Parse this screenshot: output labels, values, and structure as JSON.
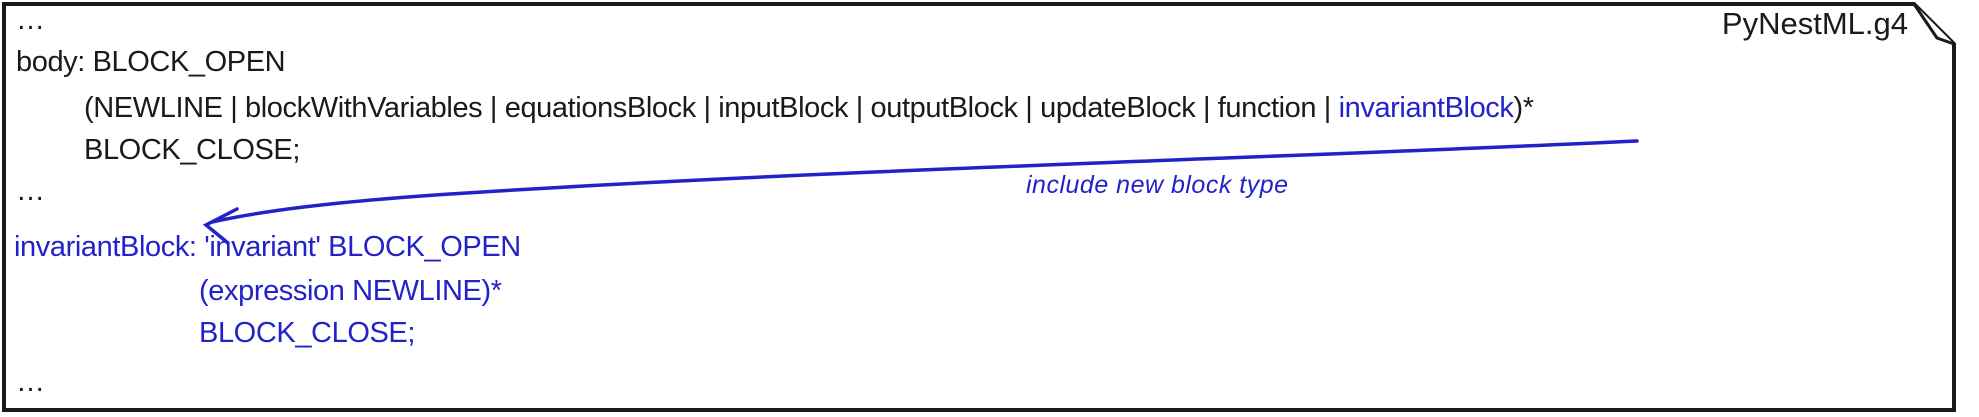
{
  "document": {
    "filename": "PyNestML.g4"
  },
  "colors": {
    "highlight_blue": "#2222c8",
    "text_black": "#1a1a1a",
    "background": "#ffffff"
  },
  "grammar": {
    "ellipsis_top": "…",
    "body_rule": {
      "head": "body: BLOCK_OPEN",
      "alternatives_pre": "(NEWLINE | blockWithVariables | equationsBlock | inputBlock | outputBlock | updateBlock | function | ",
      "alternatives_new": "invariantBlock",
      "alternatives_post": ")*",
      "close": "BLOCK_CLOSE;"
    },
    "ellipsis_middle": "…",
    "invariant_rule": {
      "head": "invariantBlock: 'invariant' BLOCK_OPEN",
      "body": "(expression NEWLINE)*",
      "close": "BLOCK_CLOSE;"
    },
    "ellipsis_bottom": "…"
  },
  "annotation": {
    "label": "include new block type"
  }
}
